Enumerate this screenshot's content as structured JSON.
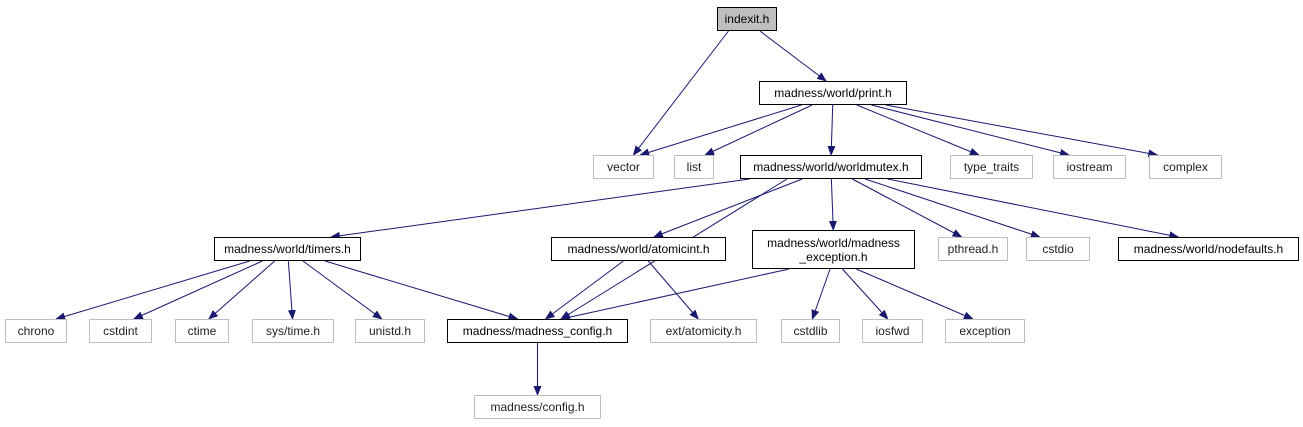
{
  "diagram": {
    "edge_color": "#191970",
    "nodes": {
      "indexit": {
        "label": "indexit.h",
        "kind": "root"
      },
      "print": {
        "label": "madness/world/print.h",
        "kind": "internal"
      },
      "vector": {
        "label": "vector",
        "kind": "external"
      },
      "list": {
        "label": "list",
        "kind": "external"
      },
      "worldmutex": {
        "label": "madness/world/worldmutex.h",
        "kind": "internal"
      },
      "type_traits": {
        "label": "type_traits",
        "kind": "external"
      },
      "iostream": {
        "label": "iostream",
        "kind": "external"
      },
      "complex": {
        "label": "complex",
        "kind": "external"
      },
      "timers": {
        "label": "madness/world/timers.h",
        "kind": "internal"
      },
      "atomicint": {
        "label": "madness/world/atomicint.h",
        "kind": "internal"
      },
      "madness_exception_l1": {
        "label": "madness/world/madness",
        "kind": "internal"
      },
      "madness_exception_l2": {
        "label": "_exception.h",
        "kind": "internal"
      },
      "pthread": {
        "label": "pthread.h",
        "kind": "external"
      },
      "cstdio": {
        "label": "cstdio",
        "kind": "external"
      },
      "nodefaults": {
        "label": "madness/world/nodefaults.h",
        "kind": "internal"
      },
      "chrono": {
        "label": "chrono",
        "kind": "external"
      },
      "cstdint": {
        "label": "cstdint",
        "kind": "external"
      },
      "ctime": {
        "label": "ctime",
        "kind": "external"
      },
      "systime": {
        "label": "sys/time.h",
        "kind": "external"
      },
      "unistd": {
        "label": "unistd.h",
        "kind": "external"
      },
      "madness_config": {
        "label": "madness/madness_config.h",
        "kind": "internal"
      },
      "atomicity": {
        "label": "ext/atomicity.h",
        "kind": "external"
      },
      "cstdlib": {
        "label": "cstdlib",
        "kind": "external"
      },
      "iosfwd": {
        "label": "iosfwd",
        "kind": "external"
      },
      "exception": {
        "label": "exception",
        "kind": "external"
      },
      "config": {
        "label": "madness/config.h",
        "kind": "external"
      }
    },
    "edges": [
      [
        "indexit",
        "print"
      ],
      [
        "indexit",
        "vector"
      ],
      [
        "print",
        "vector"
      ],
      [
        "print",
        "list"
      ],
      [
        "print",
        "worldmutex"
      ],
      [
        "print",
        "type_traits"
      ],
      [
        "print",
        "iostream"
      ],
      [
        "print",
        "complex"
      ],
      [
        "worldmutex",
        "timers"
      ],
      [
        "worldmutex",
        "madness_config"
      ],
      [
        "worldmutex",
        "atomicint"
      ],
      [
        "worldmutex",
        "madness_exception"
      ],
      [
        "worldmutex",
        "pthread"
      ],
      [
        "worldmutex",
        "cstdio"
      ],
      [
        "worldmutex",
        "nodefaults"
      ],
      [
        "timers",
        "chrono"
      ],
      [
        "timers",
        "cstdint"
      ],
      [
        "timers",
        "ctime"
      ],
      [
        "timers",
        "systime"
      ],
      [
        "timers",
        "unistd"
      ],
      [
        "timers",
        "madness_config"
      ],
      [
        "atomicint",
        "madness_config"
      ],
      [
        "atomicint",
        "atomicity"
      ],
      [
        "madness_exception",
        "madness_config"
      ],
      [
        "madness_exception",
        "cstdlib"
      ],
      [
        "madness_exception",
        "iosfwd"
      ],
      [
        "madness_exception",
        "exception"
      ],
      [
        "madness_config",
        "config"
      ]
    ]
  }
}
